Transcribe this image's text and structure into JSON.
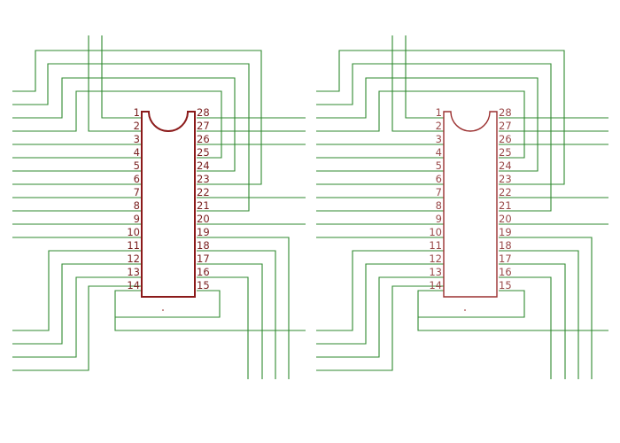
{
  "colors": {
    "wire": "#2f8a2f",
    "chip_outline": "#8b1a1a",
    "pin_label": "#7a2020",
    "background": "#ffffff"
  },
  "panels": [
    {
      "id": "left",
      "pins_left": [
        "1",
        "2",
        "3",
        "4",
        "5",
        "6",
        "7",
        "8",
        "9",
        "10",
        "11",
        "12",
        "13",
        "14"
      ],
      "pins_right": [
        "28",
        "27",
        "26",
        "25",
        "24",
        "23",
        "22",
        "21",
        "20",
        "19",
        "18",
        "17",
        "16",
        "15"
      ]
    },
    {
      "id": "right",
      "pins_left": [
        "1",
        "2",
        "3",
        "4",
        "5",
        "6",
        "7",
        "8",
        "9",
        "10",
        "11",
        "12",
        "13",
        "14"
      ],
      "pins_right": [
        "28",
        "27",
        "26",
        "25",
        "24",
        "23",
        "22",
        "21",
        "20",
        "19",
        "18",
        "17",
        "16",
        "15"
      ]
    }
  ]
}
